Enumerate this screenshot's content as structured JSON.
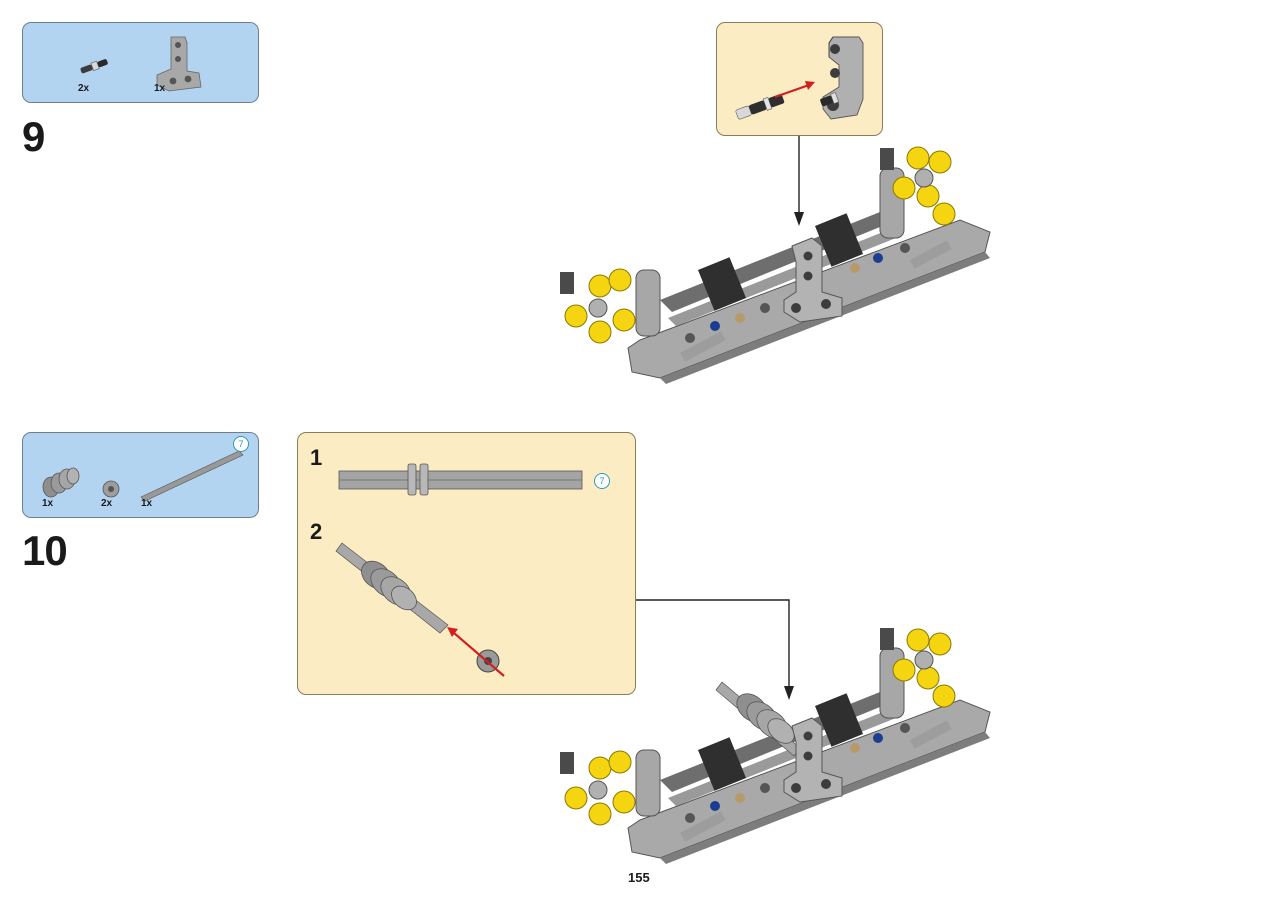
{
  "steps": [
    {
      "number": "9",
      "parts": [
        {
          "qty": "2x",
          "part": "friction-pin-with-bushing"
        },
        {
          "qty": "1x",
          "part": "angled-liftarm-3x3"
        }
      ],
      "callout": {
        "type": "insert-pin-into-liftarm"
      }
    },
    {
      "number": "10",
      "parts": [
        {
          "qty": "1x",
          "part": "worm-gear"
        },
        {
          "qty": "2x",
          "part": "half-bushing"
        },
        {
          "qty": "1x",
          "part": "axle-7"
        }
      ],
      "parts_ref_badge": "7",
      "substeps": [
        {
          "number": "1",
          "ref_badge": "7"
        },
        {
          "number": "2"
        }
      ]
    }
  ],
  "page_number": "155",
  "colors": {
    "parts_box": "#b3d4f1",
    "sub_box": "#fcecc4",
    "arrow_red": "#d22020",
    "technic_yellow": "#f5d50f",
    "light_gray": "#a9a9a9",
    "dark_gray": "#5b5b5b",
    "blue_pin": "#1c3d8f"
  }
}
